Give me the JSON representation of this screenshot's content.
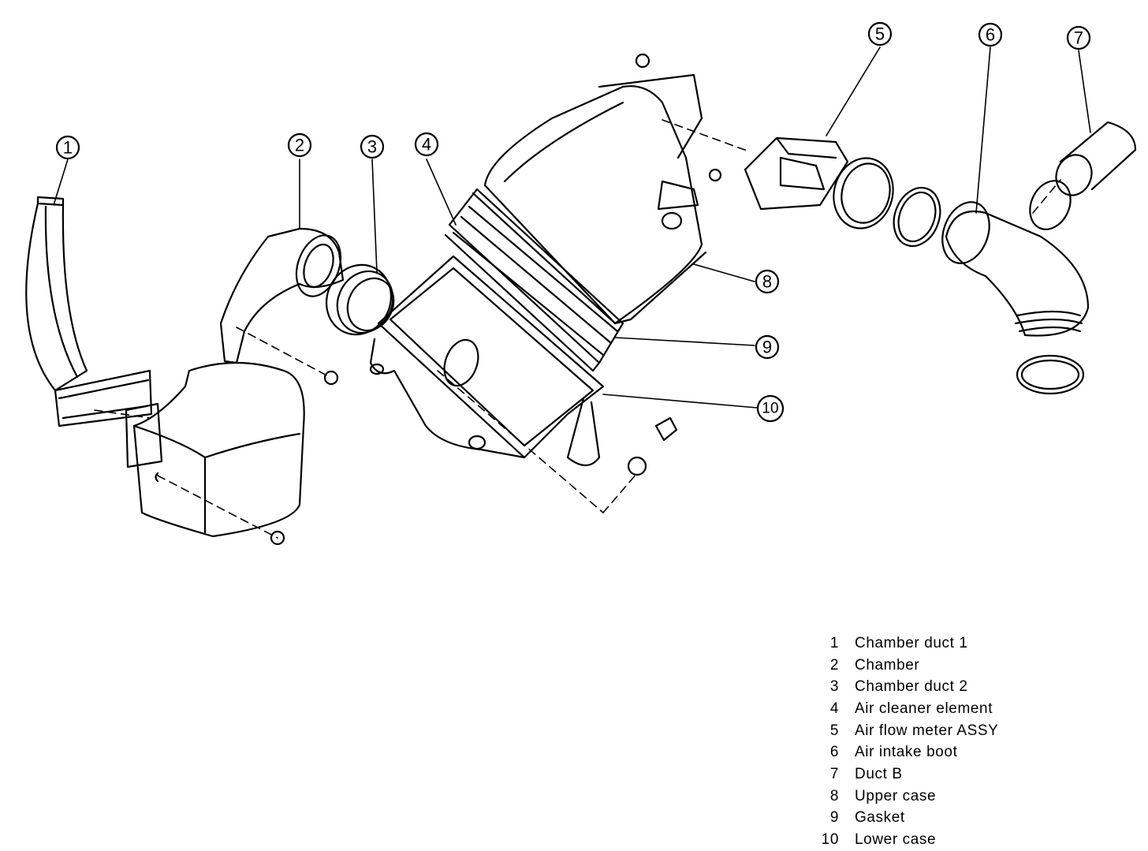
{
  "callouts": [
    "1",
    "2",
    "3",
    "4",
    "5",
    "6",
    "7",
    "8",
    "9",
    "10"
  ],
  "legend": [
    {
      "num": "1",
      "name": "Chamber duct 1"
    },
    {
      "num": "2",
      "name": "Chamber"
    },
    {
      "num": "3",
      "name": "Chamber duct 2"
    },
    {
      "num": "4",
      "name": "Air cleaner element"
    },
    {
      "num": "5",
      "name": "Air flow meter ASSY"
    },
    {
      "num": "6",
      "name": "Air intake boot"
    },
    {
      "num": "7",
      "name": "Duct B"
    },
    {
      "num": "8",
      "name": "Upper case"
    },
    {
      "num": "9",
      "name": "Gasket"
    },
    {
      "num": "10",
      "name": "Lower case"
    }
  ]
}
